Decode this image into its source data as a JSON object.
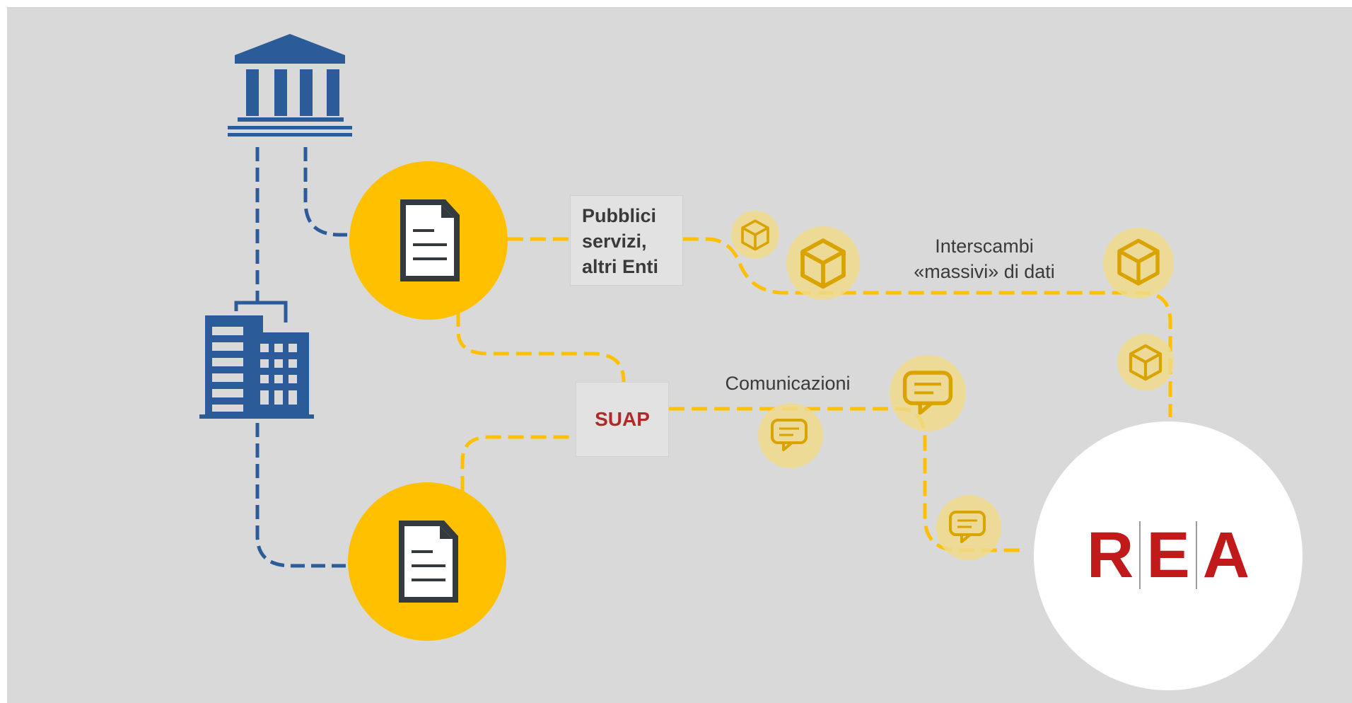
{
  "labels": {
    "public_services": [
      "Pubblici",
      "servizi,",
      "altri Enti"
    ],
    "suap": "SUAP",
    "communications": "Comunicazioni",
    "exchanges": [
      "Interscambi",
      "«massivi» di dati"
    ]
  },
  "logo": {
    "letters": [
      "R",
      "E",
      "A"
    ]
  },
  "colors": {
    "background": "#d9d9d9",
    "institution_blue": "#2b5c99",
    "document_yellow": "#ffc000",
    "flow_yellow": "#ffc000",
    "icon_bubble": "#efd98a",
    "logo_red": "#c01a1a"
  },
  "icons": {
    "institution": "bank-building-icon",
    "company": "office-buildings-icon",
    "document": "document-icon",
    "data_package": "cube-icon",
    "message": "chat-bubble-icon"
  }
}
